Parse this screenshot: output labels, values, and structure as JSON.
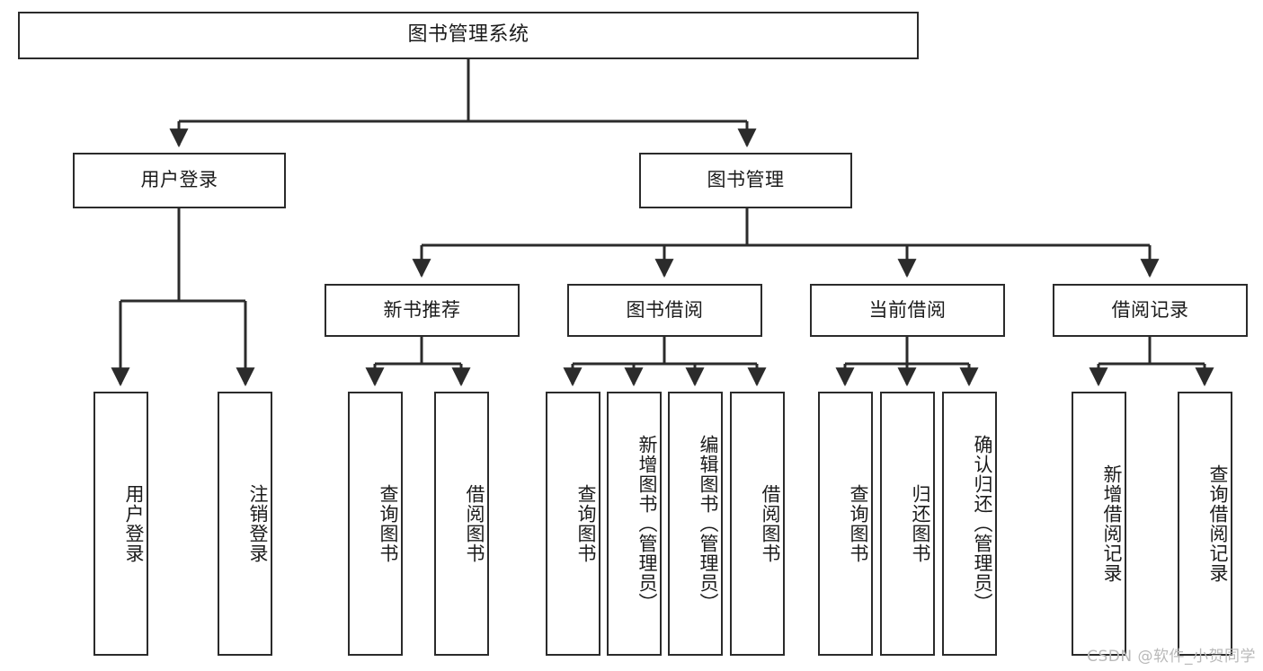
{
  "diagram": {
    "type": "tree-hierarchy",
    "title": "图书管理系统",
    "orientation": "top-down",
    "colors": {
      "box_border": "#2b2b2b",
      "box_fill": "#ffffff",
      "edge": "#2b2b2b",
      "text": "#1b1b1b",
      "watermark": "#b9b9b9"
    },
    "nodes": {
      "root": {
        "label": "图书管理系统",
        "level": 0
      },
      "l1": [
        {
          "id": "user-login",
          "label": "用户登录"
        },
        {
          "id": "book-manage",
          "label": "图书管理"
        }
      ],
      "l2": [
        {
          "id": "new-book-recommend",
          "label": "新书推荐",
          "parent": "book-manage"
        },
        {
          "id": "book-borrow",
          "label": "图书借阅",
          "parent": "book-manage"
        },
        {
          "id": "current-borrow",
          "label": "当前借阅",
          "parent": "book-manage"
        },
        {
          "id": "borrow-record",
          "label": "借阅记录",
          "parent": "book-manage"
        }
      ],
      "leaves": [
        {
          "id": "leaf-user-login",
          "label": "用户登录",
          "parent": "user-login"
        },
        {
          "id": "leaf-user-logout",
          "label": "注销登录",
          "parent": "user-login"
        },
        {
          "id": "leaf-query-book-1",
          "label": "查询图书",
          "parent": "new-book-recommend"
        },
        {
          "id": "leaf-borrow-book-1",
          "label": "借阅图书",
          "parent": "new-book-recommend"
        },
        {
          "id": "leaf-query-book-2",
          "label": "查询图书",
          "parent": "book-borrow"
        },
        {
          "id": "leaf-add-book",
          "label": "新增图书（管理员）",
          "parent": "book-borrow"
        },
        {
          "id": "leaf-edit-book",
          "label": "编辑图书（管理员）",
          "parent": "book-borrow"
        },
        {
          "id": "leaf-borrow-book-2",
          "label": "借阅图书",
          "parent": "book-borrow"
        },
        {
          "id": "leaf-query-book-3",
          "label": "查询图书",
          "parent": "current-borrow"
        },
        {
          "id": "leaf-return-book",
          "label": "归还图书",
          "parent": "current-borrow"
        },
        {
          "id": "leaf-confirm-return",
          "label": "确认归还（管理员）",
          "parent": "current-borrow"
        },
        {
          "id": "leaf-add-record",
          "label": "新增借阅记录",
          "parent": "borrow-record"
        },
        {
          "id": "leaf-query-record",
          "label": "查询借阅记录",
          "parent": "borrow-record"
        }
      ]
    },
    "watermark": "CSDN @软件_小贺同学"
  }
}
